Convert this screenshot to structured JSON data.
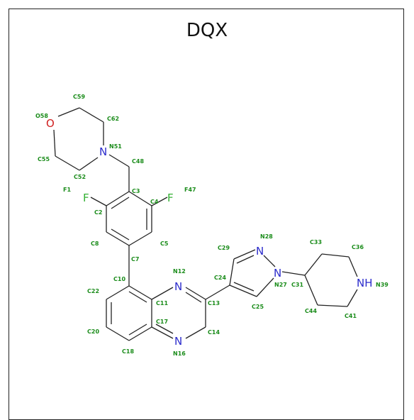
{
  "title": "DQX",
  "atoms": {
    "O": "O",
    "N": "N",
    "F": "F",
    "NH": "NH"
  },
  "labels": {
    "C59": "C59",
    "O58": "O58",
    "C62": "C62",
    "N51": "N51",
    "C55": "C55",
    "C52": "C52",
    "C48": "C48",
    "F1": "F1",
    "C3": "C3",
    "F47": "F47",
    "C2": "C2",
    "C4": "C4",
    "C8": "C8",
    "C5": "C5",
    "C7": "C7",
    "C10": "C10",
    "N12": "N12",
    "C22": "C22",
    "C11": "C11",
    "C13": "C13",
    "C20": "C20",
    "C17": "C17",
    "C14": "C14",
    "C18": "C18",
    "N16": "N16",
    "C29": "C29",
    "N28": "N28",
    "C24": "C24",
    "N27": "N27",
    "C25": "C25",
    "C33": "C33",
    "C36": "C36",
    "C31": "C31",
    "N39": "N39",
    "C44": "C44",
    "C41": "C41"
  },
  "colors": {
    "carbon_label": "#1a8c1a",
    "nitrogen": "#2b2bcc",
    "oxygen": "#d02020",
    "fluorine": "#33b033",
    "bond": "#222222"
  }
}
